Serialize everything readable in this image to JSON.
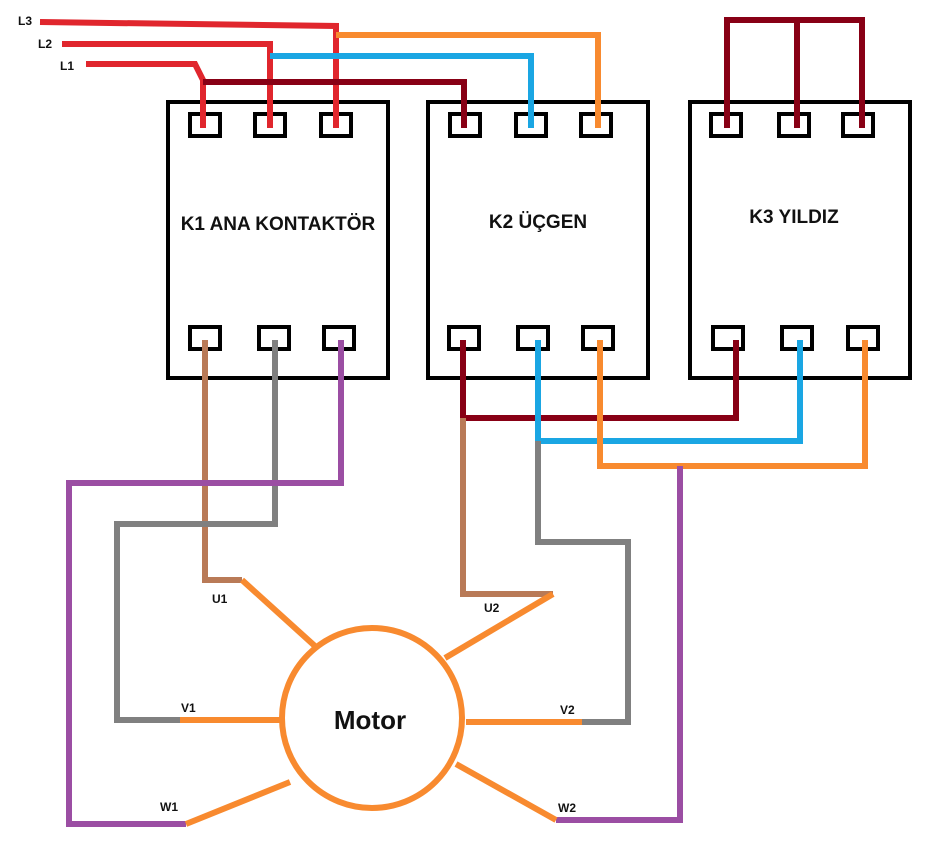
{
  "colors": {
    "red": "#e0262d",
    "dark_red": "#880015",
    "blue": "#1aa6e3",
    "orange": "#f88a2f",
    "brown": "#b97a57",
    "gray": "#808080",
    "purple": "#9b4ea3",
    "outline": "#000000"
  },
  "lines": {
    "l1": "L1",
    "l2": "L2",
    "l3": "L3"
  },
  "contactors": {
    "k1": "K1 ANA KONTAKTÖR",
    "k2": "K2 ÜÇGEN",
    "k3": "K3 YILDIZ"
  },
  "motor": {
    "label": "Motor",
    "terminals": {
      "u1": "U1",
      "v1": "V1",
      "w1": "W1",
      "u2": "U2",
      "v2": "V2",
      "w2": "W2"
    }
  }
}
